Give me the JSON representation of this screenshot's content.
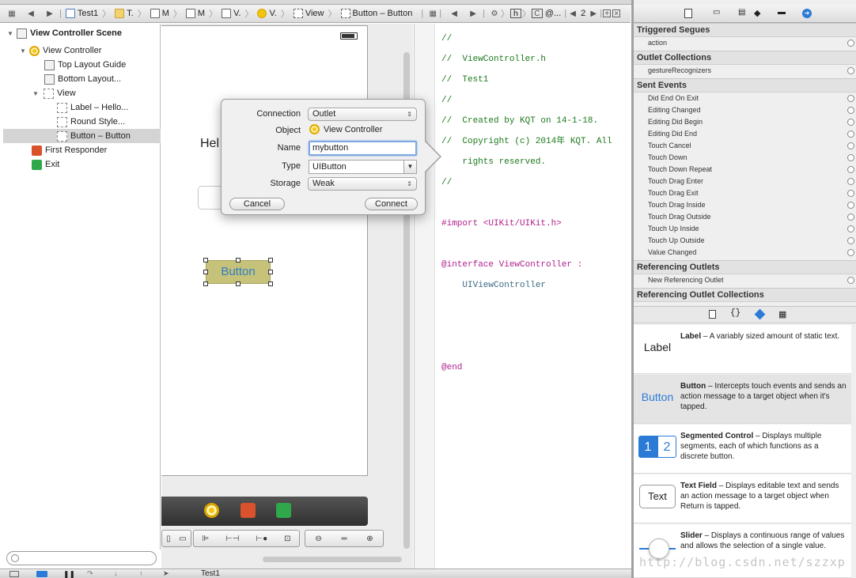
{
  "jumpbar": {
    "breadcrumbs": [
      "Test1",
      "T.",
      "M",
      "M",
      "V.",
      "V.",
      "View",
      "Button – Button"
    ],
    "counterpart_count": "2",
    "counterpart_label": "@..."
  },
  "outline": {
    "items": [
      {
        "label": "View Controller Scene",
        "bold": true
      },
      {
        "label": "View Controller"
      },
      {
        "label": "Top Layout Guide"
      },
      {
        "label": "Bottom Layout..."
      },
      {
        "label": "View"
      },
      {
        "label": "Label – Hello..."
      },
      {
        "label": "Round Style..."
      },
      {
        "label": "Button – Button"
      },
      {
        "label": "First Responder"
      },
      {
        "label": "Exit"
      }
    ]
  },
  "canvas": {
    "scene_label_partial": "Hel",
    "button_title": "Button"
  },
  "popover": {
    "connection_label": "Connection",
    "connection_value": "Outlet",
    "object_label": "Object",
    "object_value": "View Controller",
    "name_label": "Name",
    "name_value": "mybutton",
    "type_label": "Type",
    "type_value": "UIButton",
    "storage_label": "Storage",
    "storage_value": "Weak",
    "cancel": "Cancel",
    "connect": "Connect"
  },
  "editor": {
    "lines": [
      "//",
      "//  ViewController.h",
      "//  Test1",
      "//",
      "//  Created by KQT on 14-1-18.",
      "//  Copyright (c) 2014年 KQT. All",
      "    rights reserved.",
      "//",
      "",
      "#import <UIKit/UIKit.h>",
      "",
      "@interface ViewController :",
      "    UIViewController",
      "",
      "",
      "",
      "@end"
    ]
  },
  "inspector": {
    "triggered_segues": "Triggered Segues",
    "segue_action": "action",
    "outlet_collections": "Outlet Collections",
    "gesture": "gestureRecognizers",
    "sent_events": "Sent Events",
    "events": [
      "Did End On Exit",
      "Editing Changed",
      "Editing Did Begin",
      "Editing Did End",
      "Touch Cancel",
      "Touch Down",
      "Touch Down Repeat",
      "Touch Drag Enter",
      "Touch Drag Exit",
      "Touch Drag Inside",
      "Touch Drag Outside",
      "Touch Up Inside",
      "Touch Up Outside",
      "Value Changed"
    ],
    "referencing_outlets": "Referencing Outlets",
    "new_ref_outlet": "New Referencing Outlet",
    "referencing_outlet_collections": "Referencing Outlet Collections"
  },
  "library": {
    "items": [
      {
        "thumb": "Label",
        "name": "Label",
        "desc": " – A variably sized amount of static text."
      },
      {
        "thumb": "Button",
        "name": "Button",
        "desc": " – Intercepts touch events and sends an action message to a target object when it's tapped."
      },
      {
        "thumb_a": "1",
        "thumb_b": "2",
        "name": "Segmented Control",
        "desc": " – Displays multiple segments, each of which functions as a discrete button."
      },
      {
        "thumb": "Text",
        "name": "Text Field",
        "desc": " – Displays editable text and sends an action message to a target object when Return is tapped."
      },
      {
        "name": "Slider",
        "desc": " – Displays a continuous range of values and allows the selection of a single value."
      }
    ]
  },
  "bottombar": {
    "scheme": "Test1"
  },
  "watermark": "http://blog.csdn.net/szzxp",
  "colors": {
    "accent": "#2b7bd6",
    "selection": "#d4d4d4",
    "button_fill": "#c7c27a"
  }
}
